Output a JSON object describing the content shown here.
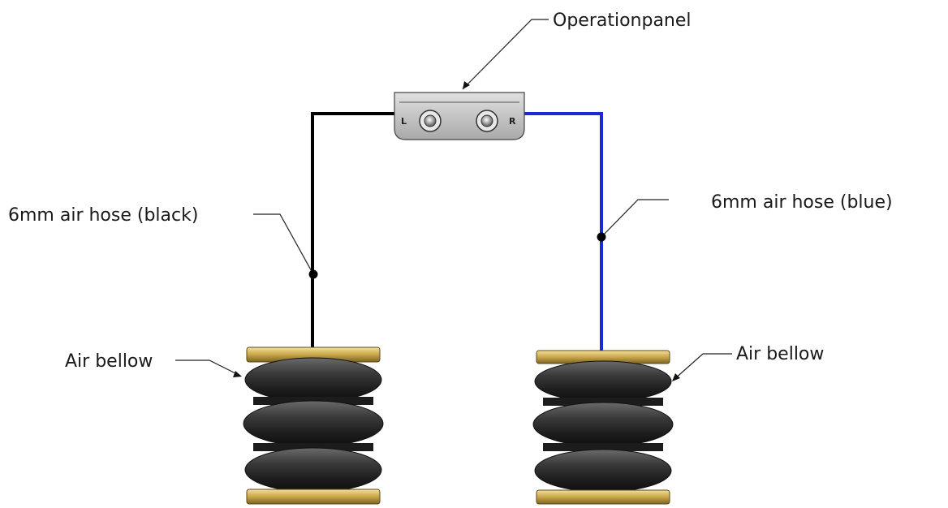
{
  "labels": {
    "operation_panel": "Operationpanel",
    "hose_black": "6mm air hose (black)",
    "hose_blue": "6mm air hose (blue)",
    "bellow_left": "Air bellow",
    "bellow_right": "Air bellow"
  },
  "panel_ports": {
    "left": "L",
    "right": "R"
  },
  "colors": {
    "hose_black": "#000000",
    "hose_blue": "#1a2bd6",
    "bellow_rubber": "#2b2b2b",
    "bellow_plate": "#c9a64a",
    "panel": "#c8c8c8"
  }
}
